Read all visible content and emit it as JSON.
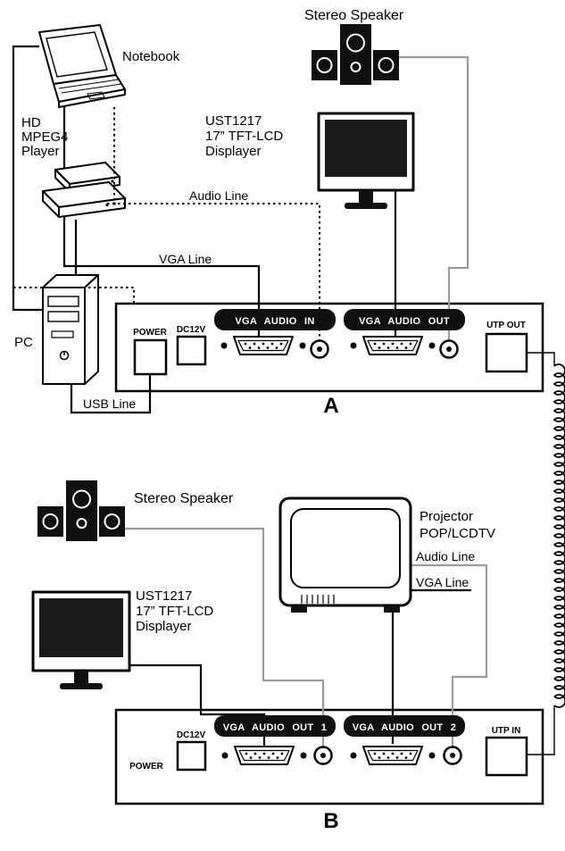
{
  "diagram": {
    "top": {
      "stereo_speaker_label": "Stereo Speaker",
      "notebook_label": "Notebook",
      "player_label": [
        "HD",
        "MPEG4",
        "Player"
      ],
      "displayer_label": [
        "UST1217",
        "17” TFT-LCD",
        "Displayer"
      ],
      "audio_line_label": "Audio Line",
      "vga_line_label": "VGA Line",
      "pc_label": "PC",
      "usb_line_label": "USB Line"
    },
    "unit_a": {
      "power_label": "POWER",
      "dc12v_label": "DC12V",
      "vga_audio_in_label": "VGA AUDIO IN",
      "vga_audio_out_label": "VGA AUDIO OUT",
      "utp_out_label": "UTP OUT",
      "unit_label": "A"
    },
    "bottom": {
      "stereo_speaker_label": "Stereo Speaker",
      "projector_label": [
        "Projector",
        "POP/LCDTV"
      ],
      "audio_line_label": "Audio Line",
      "vga_line_label": "VGA Line",
      "displayer_label": [
        "UST1217",
        "17” TFT-LCD",
        "Displayer"
      ]
    },
    "unit_b": {
      "power_label": "POWER",
      "dc12v_label": "DC12V",
      "vga_audio_out1_label": "VGA AUDIO OUT 1",
      "vga_audio_out2_label": "VGA AUDIO OUT 2",
      "utp_in_label": "UTP IN",
      "unit_label": "B"
    },
    "colors": {
      "line": "#000000",
      "audio_cable": "#9a9a9a",
      "panel_fill": "#111111"
    }
  }
}
